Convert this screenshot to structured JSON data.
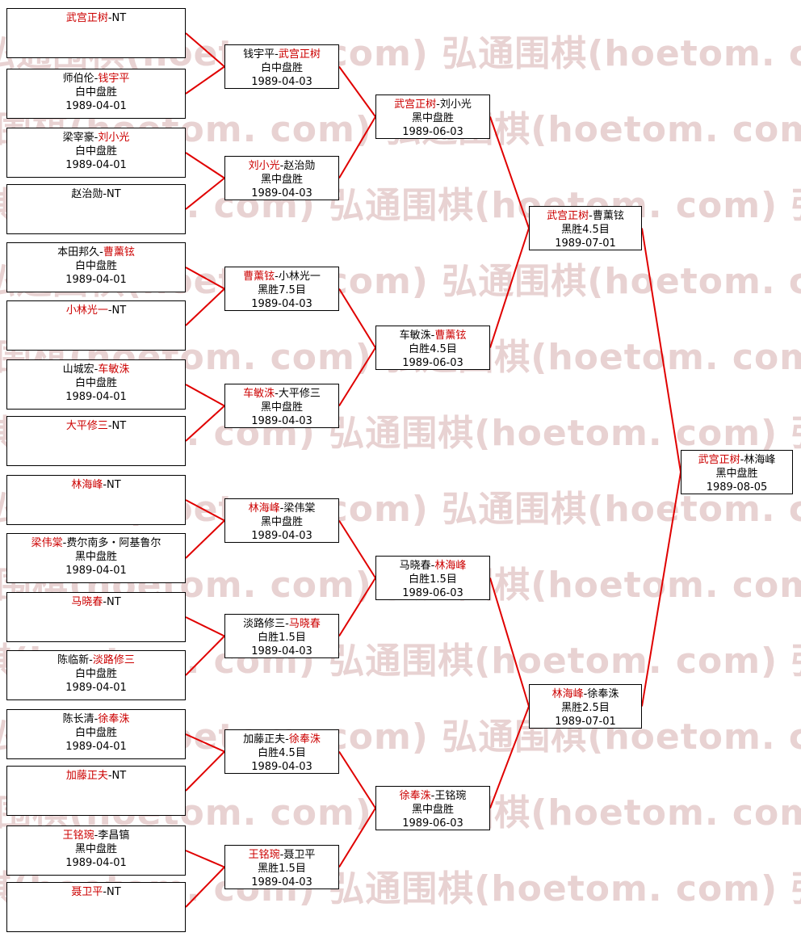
{
  "watermark": {
    "text": "弘通围棋(hoetom. com)"
  },
  "colors": {
    "line": "#e00000",
    "winner": "#cc0000",
    "text": "#000000",
    "watermark": "#e8d2d2",
    "box_border": "#000000",
    "box_bg": "#ffffff"
  },
  "rounds": [
    {
      "name": "round1",
      "matches": [
        {
          "line1": [
            {
              "text": "武宫正树",
              "winner": true
            },
            {
              "text": "-NT",
              "winner": false
            }
          ],
          "result": "",
          "date": ""
        },
        {
          "line1": [
            {
              "text": "师伯伦-",
              "winner": false
            },
            {
              "text": "钱宇平",
              "winner": true
            }
          ],
          "result": "白中盘胜",
          "date": "1989-04-01"
        },
        {
          "line1": [
            {
              "text": "梁宰豪-",
              "winner": false
            },
            {
              "text": "刘小光",
              "winner": true
            }
          ],
          "result": "白中盘胜",
          "date": "1989-04-01"
        },
        {
          "line1": [
            {
              "text": "赵治勋-NT",
              "winner": false
            }
          ],
          "result": "",
          "date": ""
        },
        {
          "line1": [
            {
              "text": "本田邦久-",
              "winner": false
            },
            {
              "text": "曹薰铉",
              "winner": true
            }
          ],
          "result": "白中盘胜",
          "date": "1989-04-01"
        },
        {
          "line1": [
            {
              "text": "小林光一",
              "winner": true
            },
            {
              "text": "-NT",
              "winner": false
            }
          ],
          "result": "",
          "date": ""
        },
        {
          "line1": [
            {
              "text": "山城宏-",
              "winner": false
            },
            {
              "text": "车敏洙",
              "winner": true
            }
          ],
          "result": "白中盘胜",
          "date": "1989-04-01"
        },
        {
          "line1": [
            {
              "text": "大平修三",
              "winner": true
            },
            {
              "text": "-NT",
              "winner": false
            }
          ],
          "result": "",
          "date": ""
        },
        {
          "line1": [
            {
              "text": "林海峰",
              "winner": true
            },
            {
              "text": "-NT",
              "winner": false
            }
          ],
          "result": "",
          "date": ""
        },
        {
          "line1": [
            {
              "text": "梁伟棠",
              "winner": true
            },
            {
              "text": "-费尔南多・阿基鲁尔",
              "winner": false
            }
          ],
          "result": "黑中盘胜",
          "date": "1989-04-01"
        },
        {
          "line1": [
            {
              "text": "马晓春",
              "winner": true
            },
            {
              "text": "-NT",
              "winner": false
            }
          ],
          "result": "",
          "date": ""
        },
        {
          "line1": [
            {
              "text": "陈临新-",
              "winner": false
            },
            {
              "text": "淡路修三",
              "winner": true
            }
          ],
          "result": "白中盘胜",
          "date": "1989-04-01"
        },
        {
          "line1": [
            {
              "text": "陈长清-",
              "winner": false
            },
            {
              "text": "徐奉洙",
              "winner": true
            }
          ],
          "result": "白中盘胜",
          "date": "1989-04-01"
        },
        {
          "line1": [
            {
              "text": "加藤正夫",
              "winner": true
            },
            {
              "text": "-NT",
              "winner": false
            }
          ],
          "result": "",
          "date": ""
        },
        {
          "line1": [
            {
              "text": "王铭琬",
              "winner": true
            },
            {
              "text": "-李昌镐",
              "winner": false
            }
          ],
          "result": "黑中盘胜",
          "date": "1989-04-01"
        },
        {
          "line1": [
            {
              "text": "聂卫平",
              "winner": true
            },
            {
              "text": "-NT",
              "winner": false
            }
          ],
          "result": "",
          "date": ""
        }
      ]
    },
    {
      "name": "round2",
      "matches": [
        {
          "line1": [
            {
              "text": "钱宇平-",
              "winner": false
            },
            {
              "text": "武宫正树",
              "winner": true
            }
          ],
          "result": "白中盘胜",
          "date": "1989-04-03"
        },
        {
          "line1": [
            {
              "text": "刘小光",
              "winner": true
            },
            {
              "text": "-赵治勋",
              "winner": false
            }
          ],
          "result": "黑中盘胜",
          "date": "1989-04-03"
        },
        {
          "line1": [
            {
              "text": "曹薰铉",
              "winner": true
            },
            {
              "text": "-小林光一",
              "winner": false
            }
          ],
          "result": "黑胜7.5目",
          "date": "1989-04-03"
        },
        {
          "line1": [
            {
              "text": "车敏洙",
              "winner": true
            },
            {
              "text": "-大平修三",
              "winner": false
            }
          ],
          "result": "黑中盘胜",
          "date": "1989-04-03"
        },
        {
          "line1": [
            {
              "text": "林海峰",
              "winner": true
            },
            {
              "text": "-梁伟棠",
              "winner": false
            }
          ],
          "result": "黑中盘胜",
          "date": "1989-04-03"
        },
        {
          "line1": [
            {
              "text": "淡路修三-",
              "winner": false
            },
            {
              "text": "马晓春",
              "winner": true
            }
          ],
          "result": "白胜1.5目",
          "date": "1989-04-03"
        },
        {
          "line1": [
            {
              "text": "加藤正夫-",
              "winner": false
            },
            {
              "text": "徐奉洙",
              "winner": true
            }
          ],
          "result": "白胜4.5目",
          "date": "1989-04-03"
        },
        {
          "line1": [
            {
              "text": "王铭琬",
              "winner": true
            },
            {
              "text": "-聂卫平",
              "winner": false
            }
          ],
          "result": "黑胜1.5目",
          "date": "1989-04-03"
        }
      ]
    },
    {
      "name": "round3",
      "matches": [
        {
          "line1": [
            {
              "text": "武宫正树",
              "winner": true
            },
            {
              "text": "-刘小光",
              "winner": false
            }
          ],
          "result": "黑中盘胜",
          "date": "1989-06-03"
        },
        {
          "line1": [
            {
              "text": "车敏洙-",
              "winner": false
            },
            {
              "text": "曹薰铉",
              "winner": true
            }
          ],
          "result": "白胜4.5目",
          "date": "1989-06-03"
        },
        {
          "line1": [
            {
              "text": "马晓春-",
              "winner": false
            },
            {
              "text": "林海峰",
              "winner": true
            }
          ],
          "result": "白胜1.5目",
          "date": "1989-06-03"
        },
        {
          "line1": [
            {
              "text": "徐奉洙",
              "winner": true
            },
            {
              "text": "-王铭琬",
              "winner": false
            }
          ],
          "result": "黑中盘胜",
          "date": "1989-06-03"
        }
      ]
    },
    {
      "name": "semifinal",
      "matches": [
        {
          "line1": [
            {
              "text": "武宫正树",
              "winner": true
            },
            {
              "text": "-曹薰铉",
              "winner": false
            }
          ],
          "result": "黑胜4.5目",
          "date": "1989-07-01"
        },
        {
          "line1": [
            {
              "text": "林海峰",
              "winner": true
            },
            {
              "text": "-徐奉洙",
              "winner": false
            }
          ],
          "result": "黑胜2.5目",
          "date": "1989-07-01"
        }
      ]
    },
    {
      "name": "final",
      "matches": [
        {
          "line1": [
            {
              "text": "武宫正树",
              "winner": true
            },
            {
              "text": "-林海峰",
              "winner": false
            }
          ],
          "result": "黑中盘胜",
          "date": "1989-08-05"
        }
      ]
    }
  ]
}
